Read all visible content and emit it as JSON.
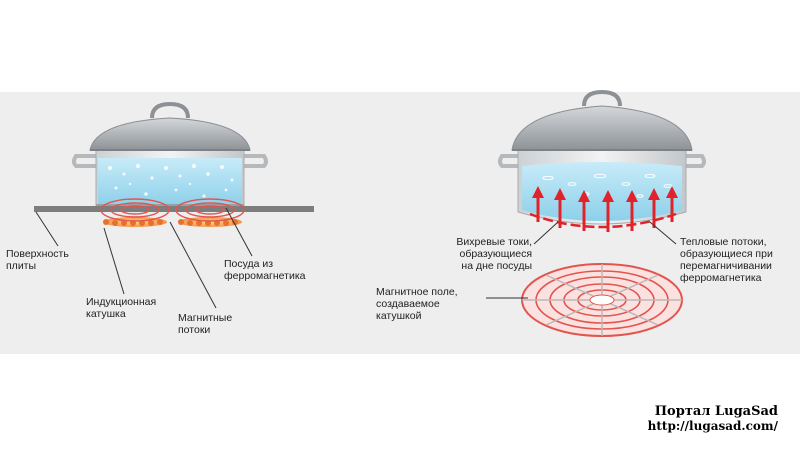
{
  "labels": {
    "surface": "Поверхность\nплиты",
    "coil": "Индукционная\nкатушка",
    "fluxes": "Магнитные\nпотоки",
    "cookware": "Посуда из\nферромагнетика",
    "eddy": "Вихревые токи,\nобразующиеся\nна дне посуды",
    "heat": "Тепловые потоки,\nобразующиеся при\nперемагничивании\nферромагнетика",
    "field": "Магнитное поле,\nсоздаваемое\nкатушкой"
  },
  "watermark": {
    "title": "Портал LugaSad",
    "url": "http://lugasad.com/"
  },
  "colors": {
    "background": "#eeeeee",
    "water": "#9fd8ee",
    "lid": "#a9adb1",
    "coil": "#e2554f",
    "arrow": "#e0232a",
    "glow": "#f08c3c",
    "surface": "#7d7d7d"
  }
}
